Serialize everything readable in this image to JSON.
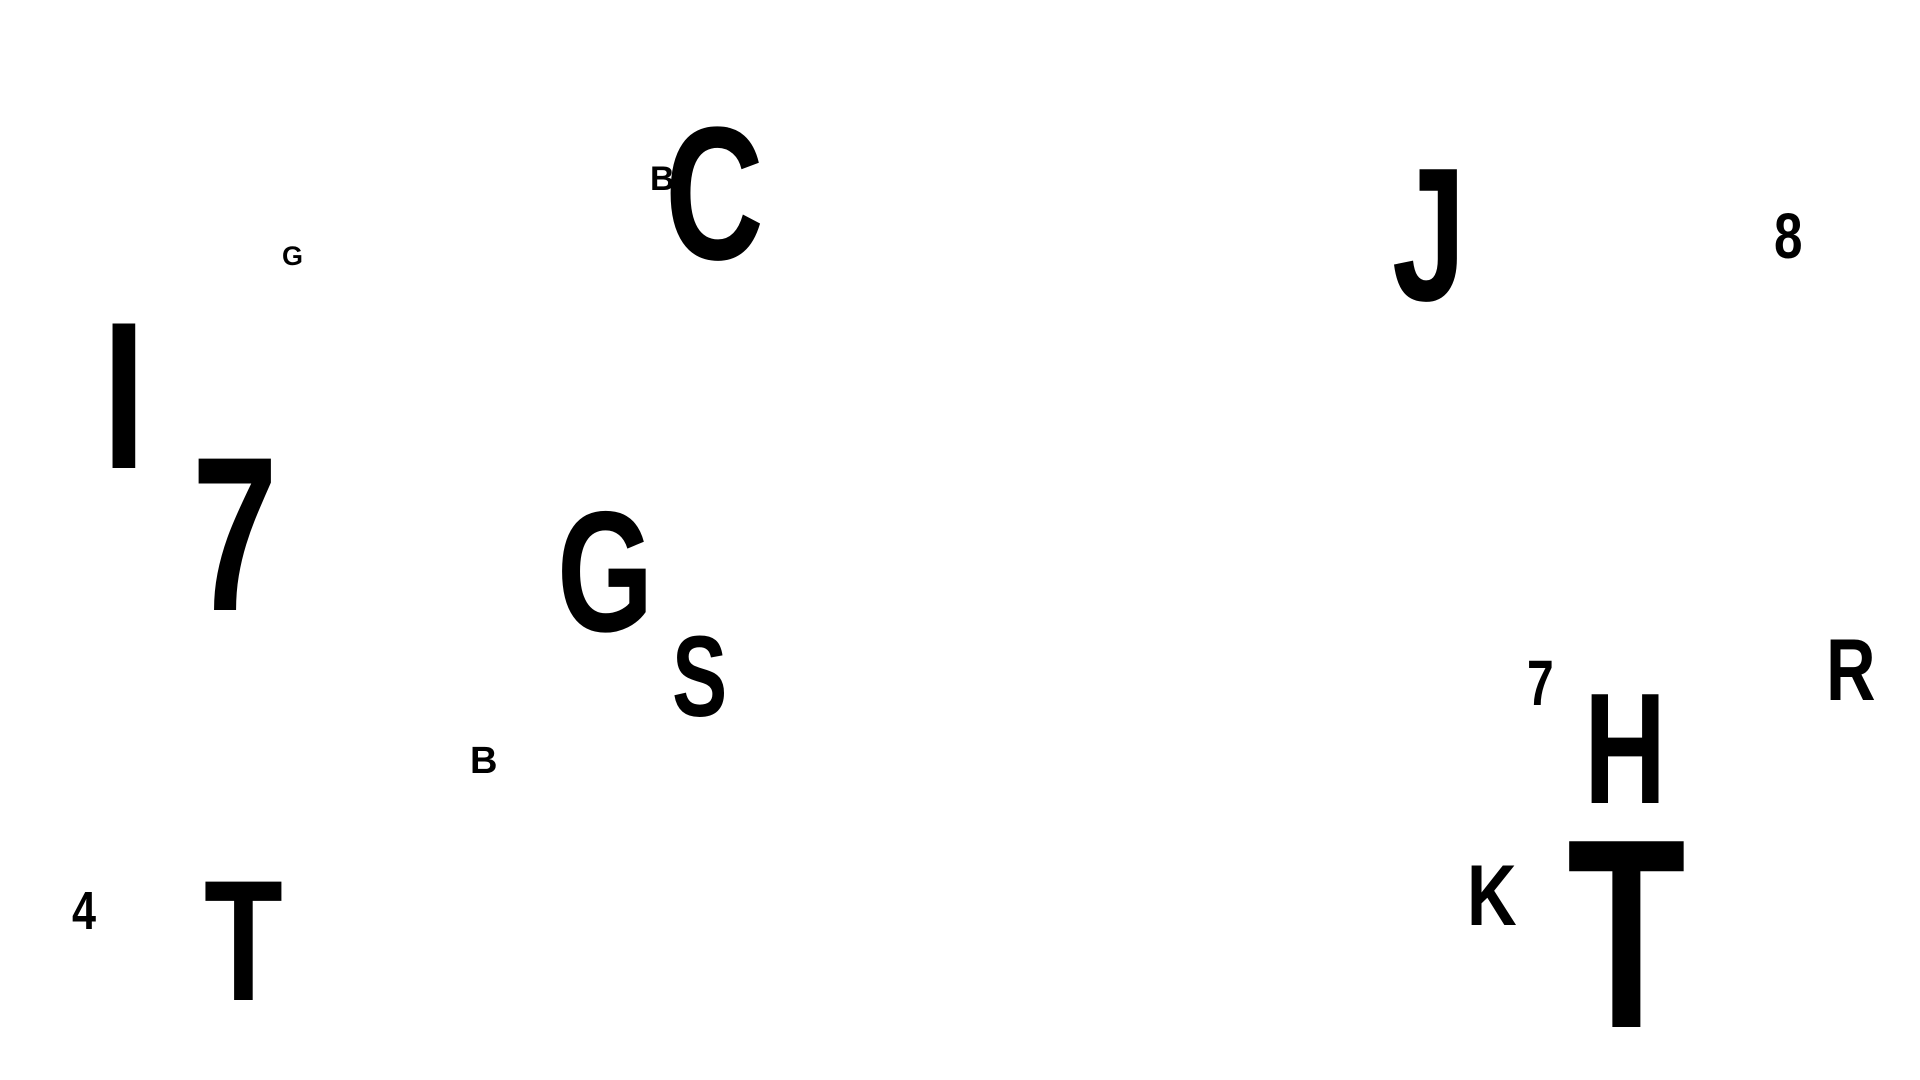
{
  "glyphs": {
    "g01": "B",
    "g02": "C",
    "g03": "J",
    "g04": "G",
    "g05": "8",
    "g06": "I",
    "g07": "7",
    "g08": "G",
    "g09": "S",
    "g10": "B",
    "g11": "7",
    "g12": "H",
    "g13": "R",
    "g14": "4",
    "g15": "T",
    "g16": "K",
    "g17": "T"
  },
  "colors": {
    "background": "#ffffff",
    "glyph": "#000000"
  }
}
